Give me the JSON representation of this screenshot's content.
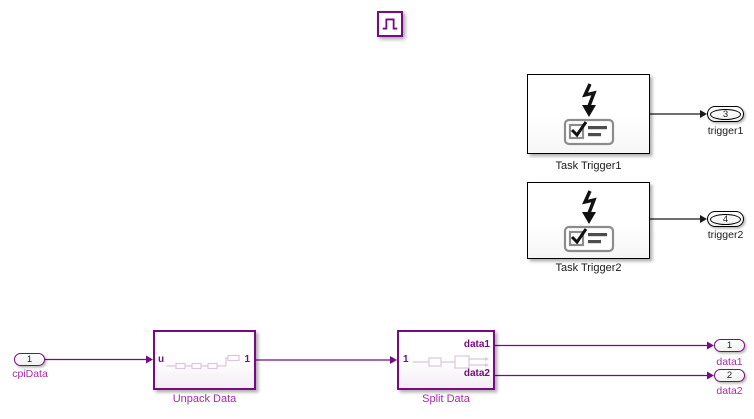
{
  "canvas": {
    "pulse_icon": {
      "icon": "pulse-trigger-icon"
    },
    "colors": {
      "block_border_purple": "#780B84",
      "label_magenta": "#A42BA4",
      "wire_black": "#1A1A1A",
      "task_icon_gray": "#8C8C8C",
      "thumbnail_faint_purple": "#DCC6DE",
      "background": "#FFFFFF"
    }
  },
  "blocks": {
    "task_trigger1": {
      "label": "Task Trigger1",
      "icon": "task-trigger-icon"
    },
    "task_trigger2": {
      "label": "Task Trigger2",
      "icon": "task-trigger-icon"
    },
    "unpack_data": {
      "label": "Unpack Data",
      "port_in": "u",
      "port_out": "1"
    },
    "split_data": {
      "label": "Split Data",
      "port_in": "1",
      "port_out_top": "data1",
      "port_out_bottom": "data2"
    }
  },
  "ports": {
    "inport_cpidata": {
      "number": "1",
      "label": "cpiData"
    },
    "outport_trigger1": {
      "number": "3",
      "label": "trigger1"
    },
    "outport_trigger2": {
      "number": "4",
      "label": "trigger2"
    },
    "outport_data1": {
      "number": "1",
      "label": "data1"
    },
    "outport_data2": {
      "number": "2",
      "label": "data2"
    }
  }
}
